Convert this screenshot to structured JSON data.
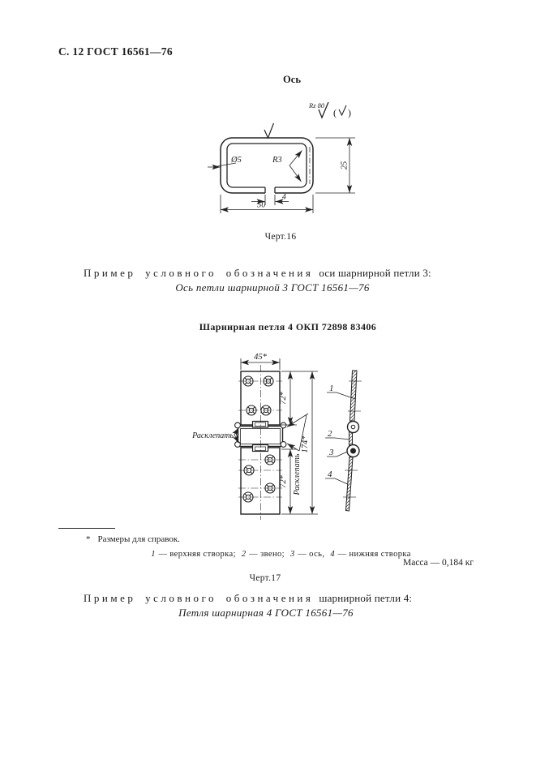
{
  "page": {
    "header": "С. 12 ГОСТ 16561—76"
  },
  "figure16": {
    "title": "Ось",
    "caption": "Черт.16",
    "roughness_label": "Rz 80",
    "paren_open": "(",
    "paren_close": ")",
    "dim_diameter": "Ø5",
    "dim_radius": "R3",
    "dim_height": "25",
    "dim_gap": "4",
    "dim_width": "50"
  },
  "example_axis": {
    "intro_spaced": "Пример условного обозначения",
    "intro_rest": "оси шарнирной петли 3:",
    "designation": "Ось петли шарнирной 3 ГОСТ 16561—76"
  },
  "figure17": {
    "heading": "Шарнирная петля 4 ОКП 72898 83406",
    "caption": "Черт.17",
    "dim_width": "45*",
    "dim_top_leaf": "72*",
    "dim_bottom_leaf": "72*",
    "dim_total": "174*",
    "label_rivet_left": "Расклепать",
    "label_rivet_right": "Расклепать",
    "part_numbers": [
      "1",
      "2",
      "3",
      "4"
    ],
    "footnote_ref": "*",
    "footnote_text": "Размеры для справок.",
    "legend": [
      {
        "num": "1",
        "rest": "— верхняя створка;"
      },
      {
        "num": "2",
        "rest": "— звено;"
      },
      {
        "num": "3",
        "rest": "— ось,"
      },
      {
        "num": "4",
        "rest": "— нижняя створка"
      }
    ],
    "mass": "Масса — 0,184 кг"
  },
  "example_hinge": {
    "intro_spaced": "Пример условного обозначения",
    "intro_rest": "шарнирной петли 4:",
    "designation": "Петля шарнирная 4 ГОСТ 16561—76"
  }
}
